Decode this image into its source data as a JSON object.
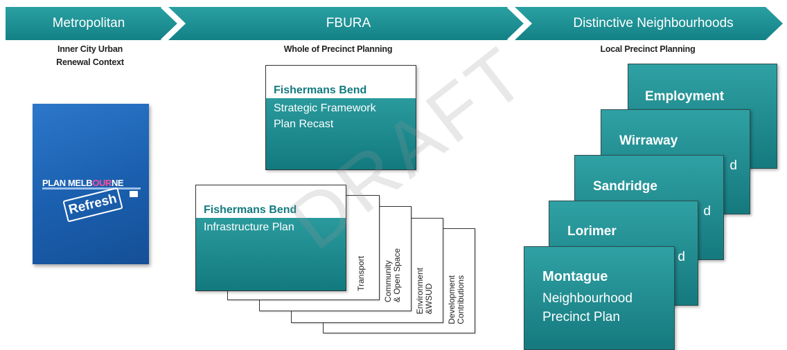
{
  "stages": [
    {
      "title": "Metropolitan",
      "subtitle": "Inner City Urban\nRenewal Context"
    },
    {
      "title": "FBURA",
      "subtitle": "Whole of Precinct Planning"
    },
    {
      "title": "Distinctive Neighbourhoods",
      "subtitle": "Local Precinct Planning"
    }
  ],
  "plan_melbourne": {
    "title_a": "PLAN MELB",
    "title_b": "OUR",
    "title_c": "NE",
    "stamp": "Refresh"
  },
  "framework": {
    "heading": "Fishermans Bend",
    "line1": "Strategic Framework",
    "line2": "Plan Recast"
  },
  "infrastructure": {
    "heading": "Fishermans Bend",
    "line1": "Infrastructure Plan",
    "sheets": [
      "Transport",
      "Community\n& Open Space",
      "Environment\n&WSUD",
      "Development\nContributions"
    ]
  },
  "neighbourhoods": {
    "cards": [
      "Employment",
      "Wirraway",
      "Sandridge",
      "Lorimer"
    ],
    "partial_text": "d",
    "front_title": "Montague",
    "front_line1": "Neighbourhood",
    "front_line2": "Precinct Plan"
  },
  "watermark": "DRAFT",
  "colors": {
    "teal": "#1a8a8e",
    "book_blue": "#1a5fae",
    "accent_pink": "#ff4f9a"
  }
}
